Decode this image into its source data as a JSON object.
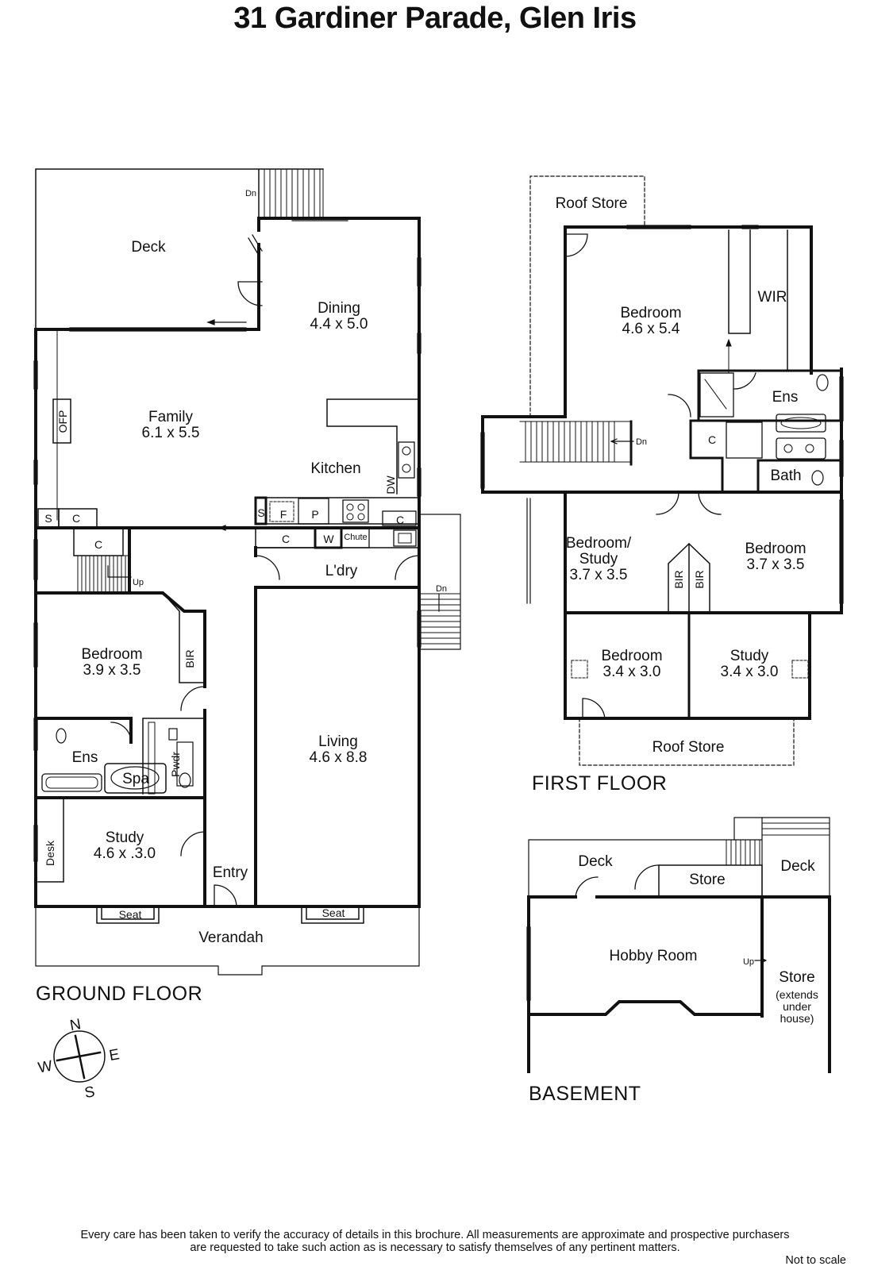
{
  "title": "31 Gardiner Parade, Glen Iris",
  "floors": {
    "ground": "GROUND FLOOR",
    "first": "FIRST FLOOR",
    "basement": "BASEMENT"
  },
  "ground_rooms": {
    "deck": "Deck",
    "dining": "Dining",
    "dining_dim": "4.4 x 5.0",
    "family": "Family",
    "family_dim": "6.1 x 5.5",
    "kitchen": "Kitchen",
    "ofp": "OFP",
    "dw": "DW",
    "s1": "S",
    "c1": "C",
    "c2": "C",
    "s2": "S",
    "f": "F",
    "p": "P",
    "c3": "C",
    "c4": "C",
    "w": "W",
    "chute": "Chute",
    "laundry": "L'dry",
    "up": "Up",
    "dn_deck": "Dn",
    "dn_side": "Dn",
    "bedroom": "Bedroom",
    "bedroom_dim": "3.9 x 3.5",
    "bir": "BIR",
    "ens": "Ens",
    "spa": "Spa",
    "pwdr": "Pwdr",
    "study": "Study",
    "study_dim": "4.6 x .3.0",
    "desk": "Desk",
    "entry": "Entry",
    "living": "Living",
    "living_dim": "4.6 x 8.8",
    "seat1": "Seat",
    "seat2": "Seat",
    "verandah": "Verandah"
  },
  "first_rooms": {
    "roof_store_top": "Roof Store",
    "bedroom_main": "Bedroom",
    "bedroom_main_dim": "4.6 x 5.4",
    "wir": "WIR",
    "ens": "Ens",
    "c": "C",
    "bath": "Bath",
    "dn": "Dn",
    "bedroom_study": "Bedroom/",
    "bedroom_study2": "Study",
    "bedroom_study_dim": "3.7 x 3.5",
    "bir1": "BIR",
    "bir2": "BIR",
    "bedroom_east": "Bedroom",
    "bedroom_east_dim": "3.7 x 3.5",
    "bedroom_sw": "Bedroom",
    "bedroom_sw_dim": "3.4 x 3.0",
    "study": "Study",
    "study_dim": "3.4 x 3.0",
    "roof_store_bottom": "Roof Store"
  },
  "basement_rooms": {
    "deck_left": "Deck",
    "store_top": "Store",
    "deck_right": "Deck",
    "hobby": "Hobby Room",
    "up": "Up",
    "store": "Store",
    "store_note1": "(extends",
    "store_note2": "under",
    "store_note3": "house)"
  },
  "compass": {
    "n": "N",
    "e": "E",
    "s": "S",
    "w": "W"
  },
  "footer_line1": "Every care has been taken to verify the accuracy of details in this brochure.  All measurements are approximate and prospective purchasers",
  "footer_line2": "are requested to take such action as is necessary to satisfy themselves of any pertinent matters.",
  "not_to_scale": "Not to scale"
}
